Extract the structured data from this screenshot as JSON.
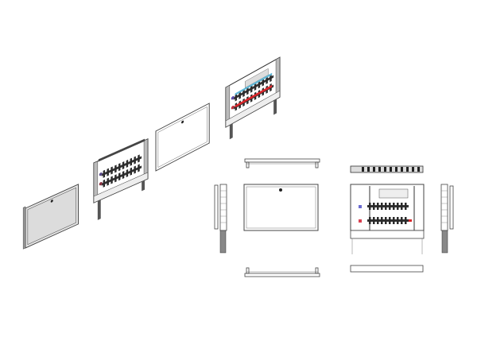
{
  "drawing": {
    "views": [
      "isometric-closed-box",
      "isometric-open-box-manifold",
      "isometric-cover",
      "isometric-manifold-colored",
      "top-view",
      "front-cover-view",
      "left-side-view",
      "bottom-view",
      "manifold-top-view",
      "manifold-front-view",
      "right-side-view",
      "manifold-bottom-view"
    ],
    "colors": {
      "line": "#444444",
      "cover_fill": "#e4e4e4",
      "supply": "#d9262a",
      "return": "#5fb7d6",
      "valve": "#3a3a4a"
    }
  }
}
